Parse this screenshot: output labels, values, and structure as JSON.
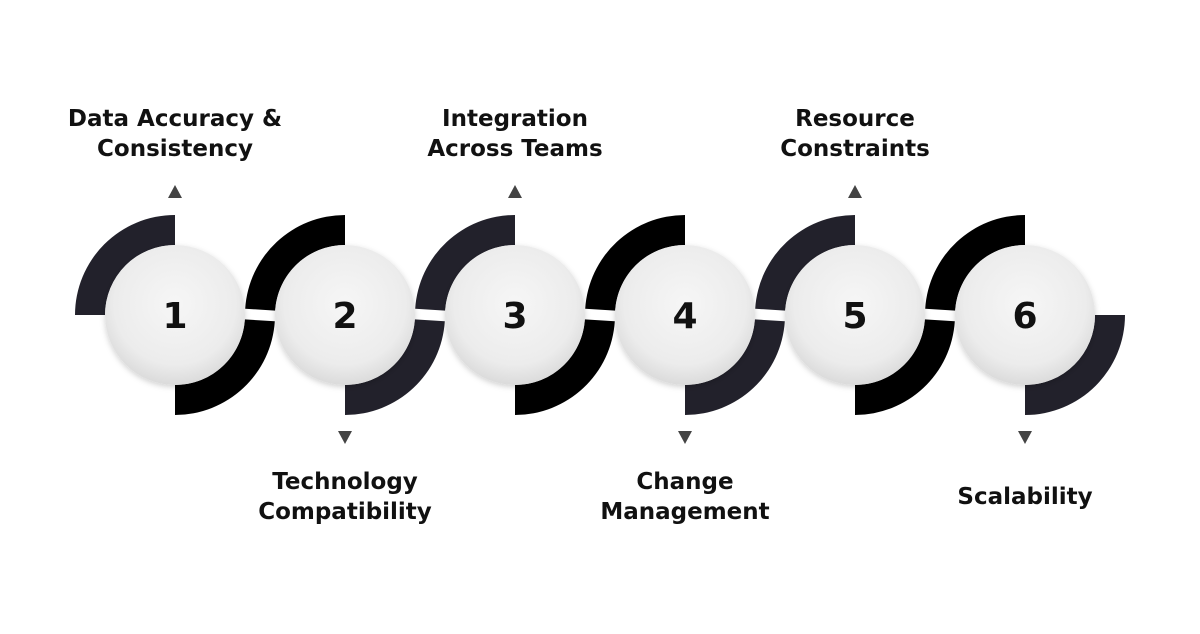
{
  "colors": {
    "arc_dark_navy": "#22212b",
    "arc_black": "#000000",
    "circle_fill": "#efefef",
    "circle_shade": "#d6d6d6",
    "triangle": "#444444",
    "text": "#111111"
  },
  "steps": [
    {
      "number": "1",
      "label_lines": [
        "Data Accuracy &",
        "Consistency"
      ],
      "label_position": "top"
    },
    {
      "number": "2",
      "label_lines": [
        "Technology",
        "Compatibility"
      ],
      "label_position": "bottom"
    },
    {
      "number": "3",
      "label_lines": [
        "Integration",
        "Across Teams"
      ],
      "label_position": "top"
    },
    {
      "number": "4",
      "label_lines": [
        "Change",
        "Management"
      ],
      "label_position": "bottom"
    },
    {
      "number": "5",
      "label_lines": [
        "Resource",
        "Constraints"
      ],
      "label_position": "top"
    },
    {
      "number": "6",
      "label_lines": [
        "Scalability"
      ],
      "label_position": "bottom"
    }
  ]
}
